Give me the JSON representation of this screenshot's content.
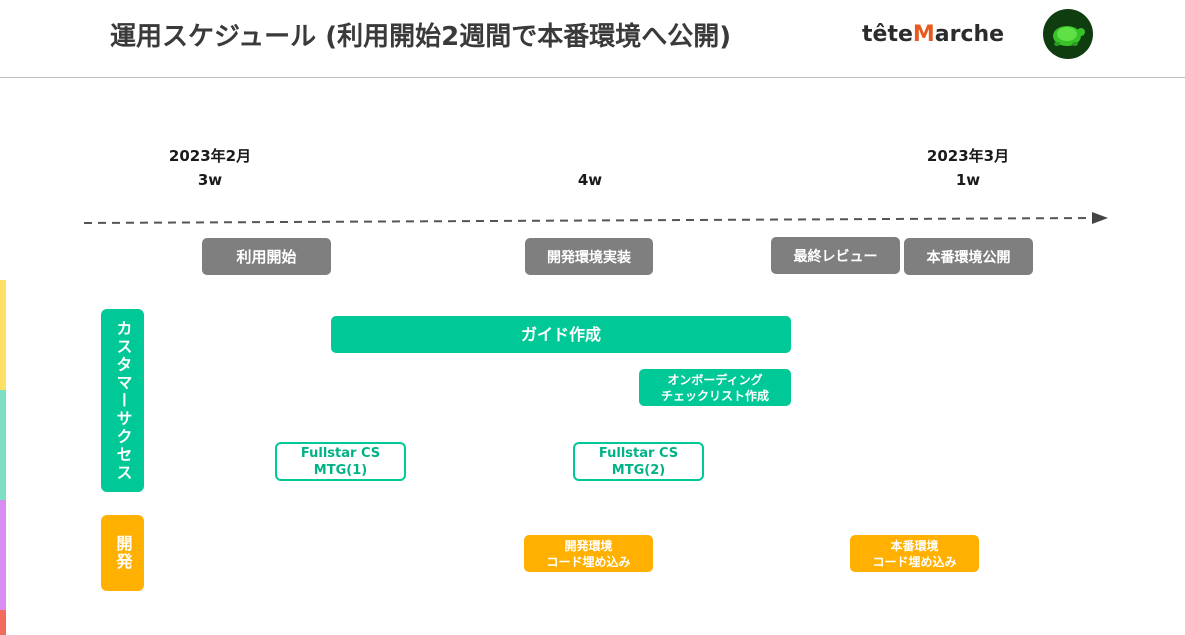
{
  "header": {
    "title": "運用スケジュール (利用開始2週間で本番環境へ公開)",
    "brand_part1": "tête",
    "brand_m": "M",
    "brand_part2": "arche",
    "logo_icon": "turtle-logo-icon"
  },
  "colors": {
    "green": "#00c896",
    "orange": "#ffb000",
    "gray": "#7f7f7f",
    "sidebar": [
      "#ffe066",
      "#7ee0c3",
      "#d98cf2",
      "#f26b5b"
    ]
  },
  "timeline": {
    "col1": {
      "date": "2023年2月",
      "duration": "3w"
    },
    "col2": {
      "duration": "4w"
    },
    "col3": {
      "date": "2023年3月",
      "duration": "1w"
    }
  },
  "milestones": {
    "start": "利用開始",
    "dev_env": "開発環境実装",
    "final_review": "最終レビュー",
    "prod_release": "本番環境公開"
  },
  "rows": {
    "cs": {
      "label": "カスタマーサクセス",
      "guide": "ガイド作成",
      "onboarding": "オンボーディング\nチェックリスト作成",
      "mtg1": "Fullstar CS\nMTG(1)",
      "mtg2": "Fullstar CS\nMTG(2)"
    },
    "dev": {
      "label": "開発",
      "dev_embed": "開発環境\nコード埋め込み",
      "prod_embed": "本番環境\nコード埋め込み"
    }
  }
}
